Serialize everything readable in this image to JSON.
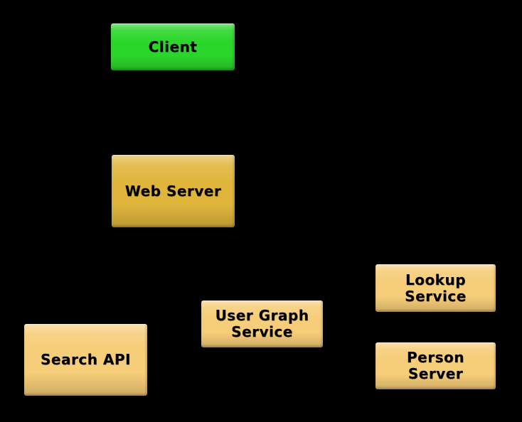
{
  "diagram": {
    "nodes": {
      "client": {
        "label": "Client"
      },
      "web_server": {
        "label": "Web Server"
      },
      "lookup_service": {
        "label": "Lookup\nService"
      },
      "user_graph_service": {
        "label": "User Graph\nService"
      },
      "search_api": {
        "label": "Search API"
      },
      "person_server": {
        "label": "Person\nServer"
      }
    },
    "colors": {
      "background": "#000000",
      "node_green": "#2bd62b",
      "node_gold": "#e0b53c",
      "node_tan": "#f6cd78",
      "text": "#000000"
    }
  }
}
